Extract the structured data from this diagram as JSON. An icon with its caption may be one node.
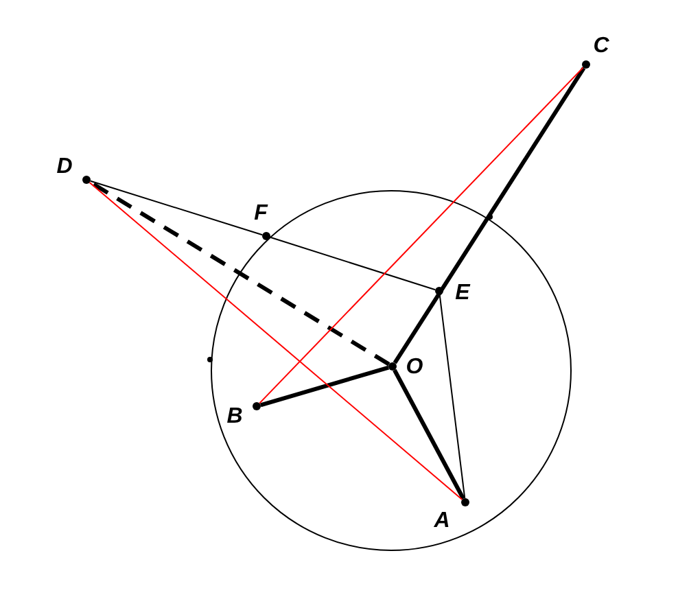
{
  "diagram": {
    "nodes": [
      {
        "text": [
          "C"
        ]
      },
      {
        "text": [
          "D"
        ]
      },
      {
        "text": [
          "F"
        ]
      },
      {
        "text": [
          "E"
        ]
      },
      {
        "text": [
          "O"
        ]
      },
      {
        "text": [
          "B"
        ]
      },
      {
        "text": [
          "A"
        ]
      }
    ],
    "edges": [
      {
        "from": 1,
        "to": 2,
        "arrow": "none"
      },
      {
        "from": 2,
        "to": 3,
        "arrow": "none"
      },
      {
        "from": 3,
        "to": 6,
        "arrow": "none"
      },
      {
        "from": 4,
        "to": 0,
        "arrow": "none",
        "style": "thick"
      },
      {
        "from": 4,
        "to": 5,
        "arrow": "none",
        "style": "thick"
      },
      {
        "from": 4,
        "to": 6,
        "arrow": "none",
        "style": "thick"
      },
      {
        "from": 4,
        "to": 1,
        "arrow": "none",
        "style": "dashed"
      },
      {
        "from": 1,
        "to": 6,
        "arrow": "none",
        "color": "#ff0000"
      },
      {
        "from": 5,
        "to": 0,
        "arrow": "none",
        "color": "#ff0000"
      }
    ]
  }
}
